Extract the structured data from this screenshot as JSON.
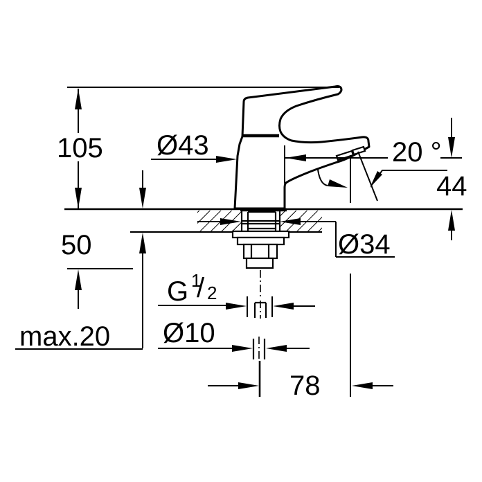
{
  "drawing": {
    "colors": {
      "line": "#000000",
      "background": "#ffffff"
    },
    "dimensions": {
      "overall_height": "105",
      "body_diameter": "Ø43",
      "spout_angle": "20 °",
      "outlet_height": "44",
      "under_deck_depth": "50",
      "mounting_hole_diameter": "Ø34",
      "max_deck_thickness": "max.20",
      "thread": {
        "g": "G",
        "sup": "1",
        "slash": "/",
        "sub": "2"
      },
      "hose_diameter": "Ø10",
      "spout_projection": "78"
    }
  }
}
